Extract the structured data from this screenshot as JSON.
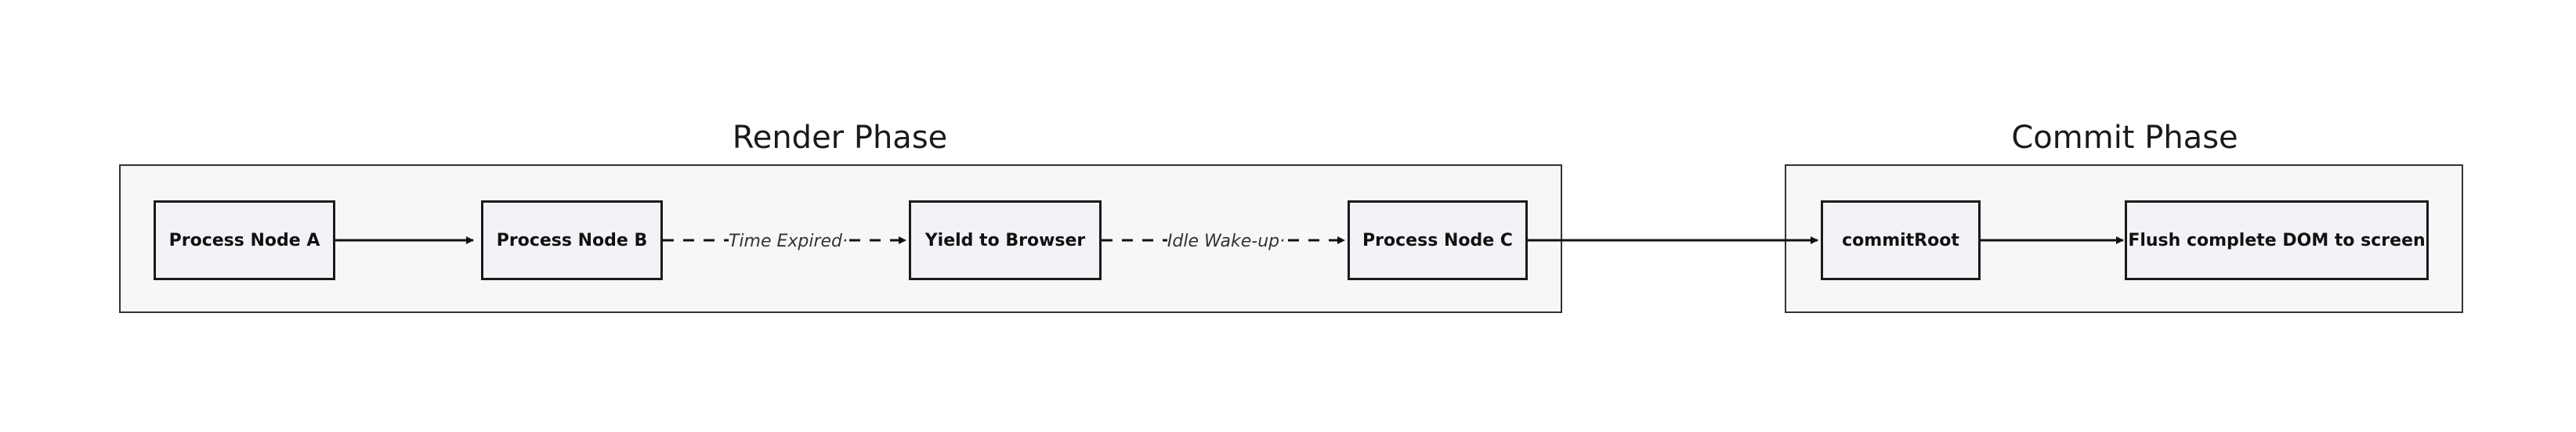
{
  "phases": {
    "render": {
      "title": "Render Phase"
    },
    "commit": {
      "title": "Commit Phase"
    }
  },
  "nodes": {
    "process_a": "Process Node A",
    "process_b": "Process Node B",
    "yield": "Yield to Browser",
    "process_c": "Process Node C",
    "commit_root": "commitRoot",
    "flush": "Flush complete DOM to screen"
  },
  "edges": {
    "time_expired": "Time Expired·",
    "idle_wakeup": "Idle Wake-up·"
  }
}
